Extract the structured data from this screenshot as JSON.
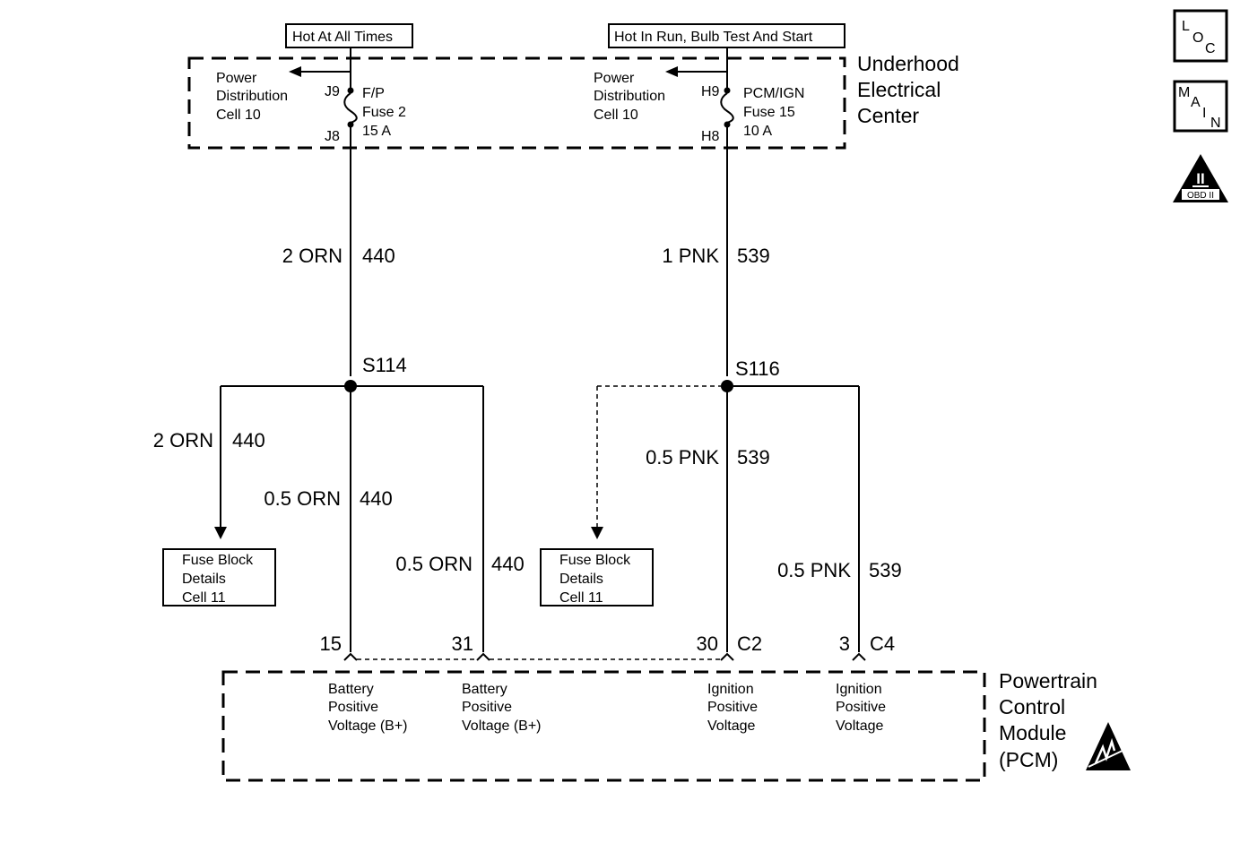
{
  "power_labels": {
    "left": "Hot At All Times",
    "right": "Hot In Run, Bulb Test And Start"
  },
  "underhood": {
    "name_lines": [
      "Underhood",
      "Electrical",
      "Center"
    ],
    "left_ref_lines": [
      "Power",
      "Distribution",
      "Cell 10"
    ],
    "right_ref_lines": [
      "Power",
      "Distribution",
      "Cell 10"
    ],
    "left_fuse": {
      "top_pin": "J9",
      "bottom_pin": "J8",
      "lines": [
        "F/P",
        "Fuse 2",
        "15 A"
      ]
    },
    "right_fuse": {
      "top_pin": "H9",
      "bottom_pin": "H8",
      "lines": [
        "PCM/IGN",
        "Fuse 15",
        "10 A"
      ]
    }
  },
  "wires": {
    "left_main": {
      "label": "2 ORN",
      "circuit": "440"
    },
    "right_main": {
      "label": "1 PNK",
      "circuit": "539"
    },
    "left_branch": {
      "label": "2 ORN",
      "circuit": "440"
    },
    "left_center": {
      "label": "0.5 ORN",
      "circuit": "440"
    },
    "left_right": {
      "label": "0.5 ORN",
      "circuit": "440"
    },
    "right_center": {
      "label": "0.5 PNK",
      "circuit": "539"
    },
    "right_right": {
      "label": "0.5 PNK",
      "circuit": "539"
    }
  },
  "splices": {
    "left": "S114",
    "right": "S116"
  },
  "fuse_block_refs": {
    "left_lines": [
      "Fuse Block",
      "Details",
      "Cell 11"
    ],
    "right_lines": [
      "Fuse Block",
      "Details",
      "Cell 11"
    ]
  },
  "pcm": {
    "name_lines": [
      "Powertrain",
      "Control",
      "Module",
      "(PCM)"
    ],
    "pins": [
      {
        "pin": "15",
        "connector": "",
        "lines": [
          "Battery",
          "Positive",
          "Voltage (B+)"
        ]
      },
      {
        "pin": "31",
        "connector": "",
        "lines": [
          "Battery",
          "Positive",
          "Voltage (B+)"
        ]
      },
      {
        "pin": "30",
        "connector": "C2",
        "lines": [
          "Ignition",
          "Positive",
          "Voltage"
        ]
      },
      {
        "pin": "3",
        "connector": "C4",
        "lines": [
          "Ignition",
          "Positive",
          "Voltage"
        ]
      }
    ]
  },
  "badges": {
    "loc": [
      "L",
      "O",
      "C"
    ],
    "main": [
      "M",
      "A",
      "I",
      "N"
    ],
    "obd": {
      "numeral": "II",
      "label": "OBD II"
    }
  },
  "icons": [
    "esd-warning-icon",
    "obd-ii-icon"
  ]
}
